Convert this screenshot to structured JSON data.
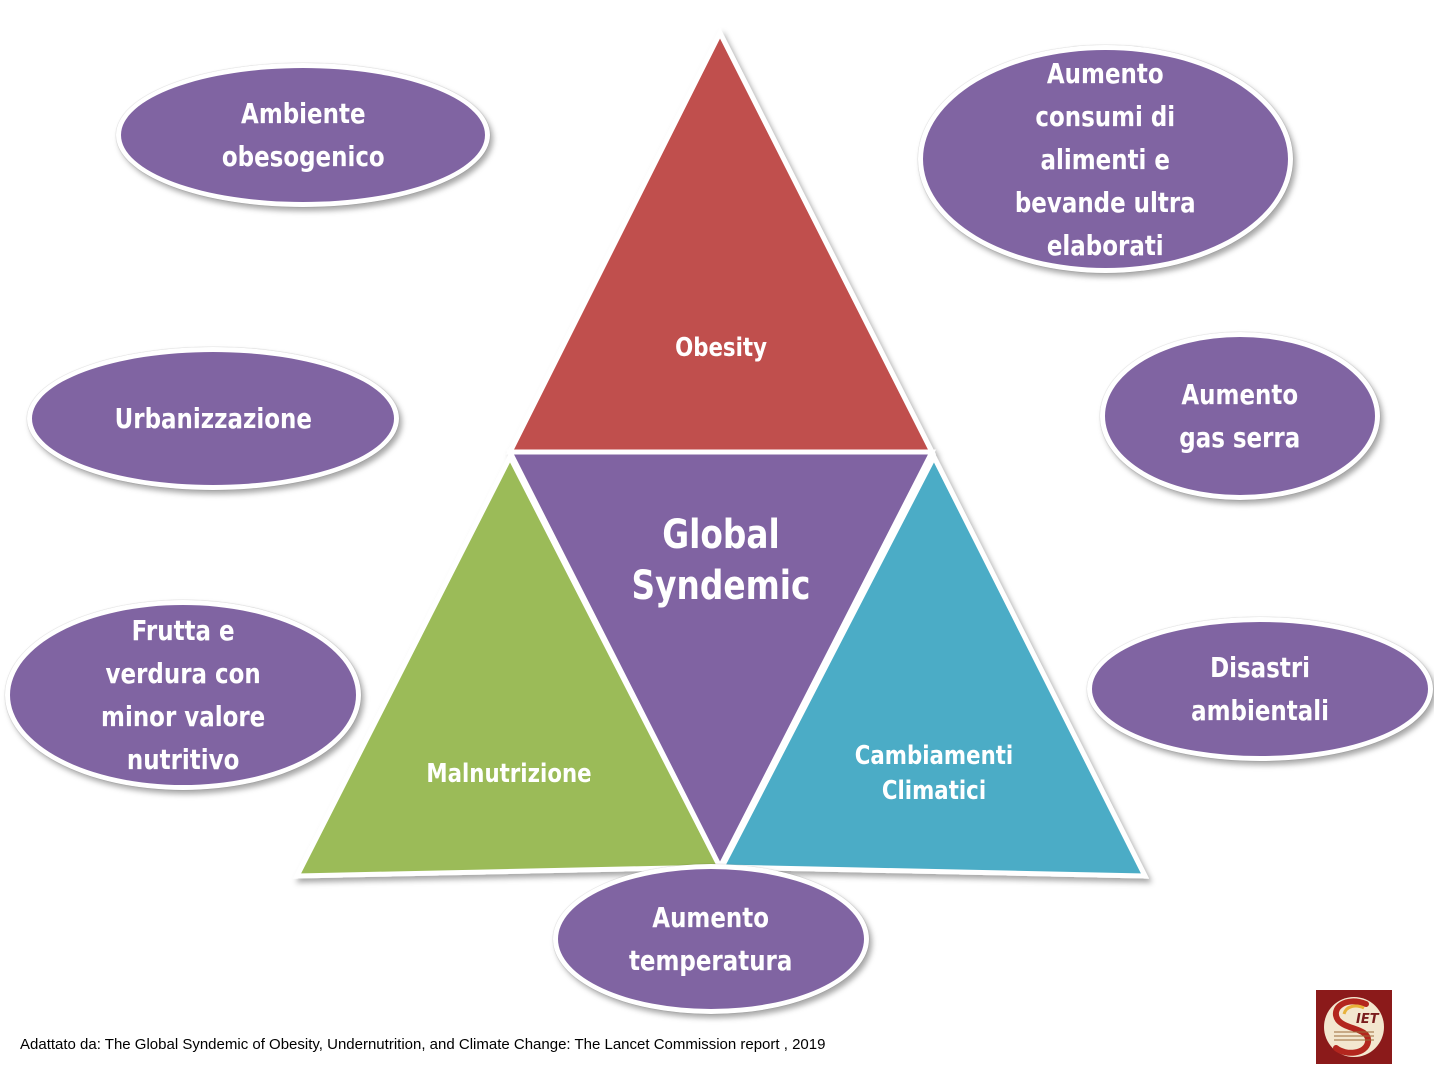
{
  "diagram": {
    "triangles": {
      "top": {
        "label": "Obesity",
        "color": "#C0504D"
      },
      "center": {
        "label_line1": "Global",
        "label_line2": "Syndemic",
        "color": "#8064A2"
      },
      "left": {
        "label": "Malnutrizione",
        "color": "#9BBB59"
      },
      "right": {
        "label_line1": "Cambiamenti",
        "label_line2": "Climatici",
        "color": "#4BACC6"
      }
    },
    "ovals": {
      "ambiente": {
        "lines": [
          "Ambiente",
          "obesogenico"
        ]
      },
      "urbanizzazione": {
        "lines": [
          "Urbanizzazione"
        ]
      },
      "frutta": {
        "lines": [
          "Frutta e",
          "verdura con",
          "minor valore",
          "nutritivo"
        ]
      },
      "aumento_consumi": {
        "lines": [
          "Aumento",
          "consumi di",
          "alimenti e",
          "bevande ultra",
          "elaborati"
        ]
      },
      "gas_serra": {
        "lines": [
          "Aumento",
          "gas serra"
        ]
      },
      "disastri": {
        "lines": [
          "Disastri",
          "ambientali"
        ]
      },
      "temperatura": {
        "lines": [
          "Aumento",
          "temperatura"
        ]
      }
    },
    "oval_color": "#8064A2"
  },
  "footer": {
    "source": "Adattato da: The Global Syndemic of Obesity, Undernutrition, and Climate Change: The Lancet Commission report , 2019",
    "logo_text": "IET"
  }
}
